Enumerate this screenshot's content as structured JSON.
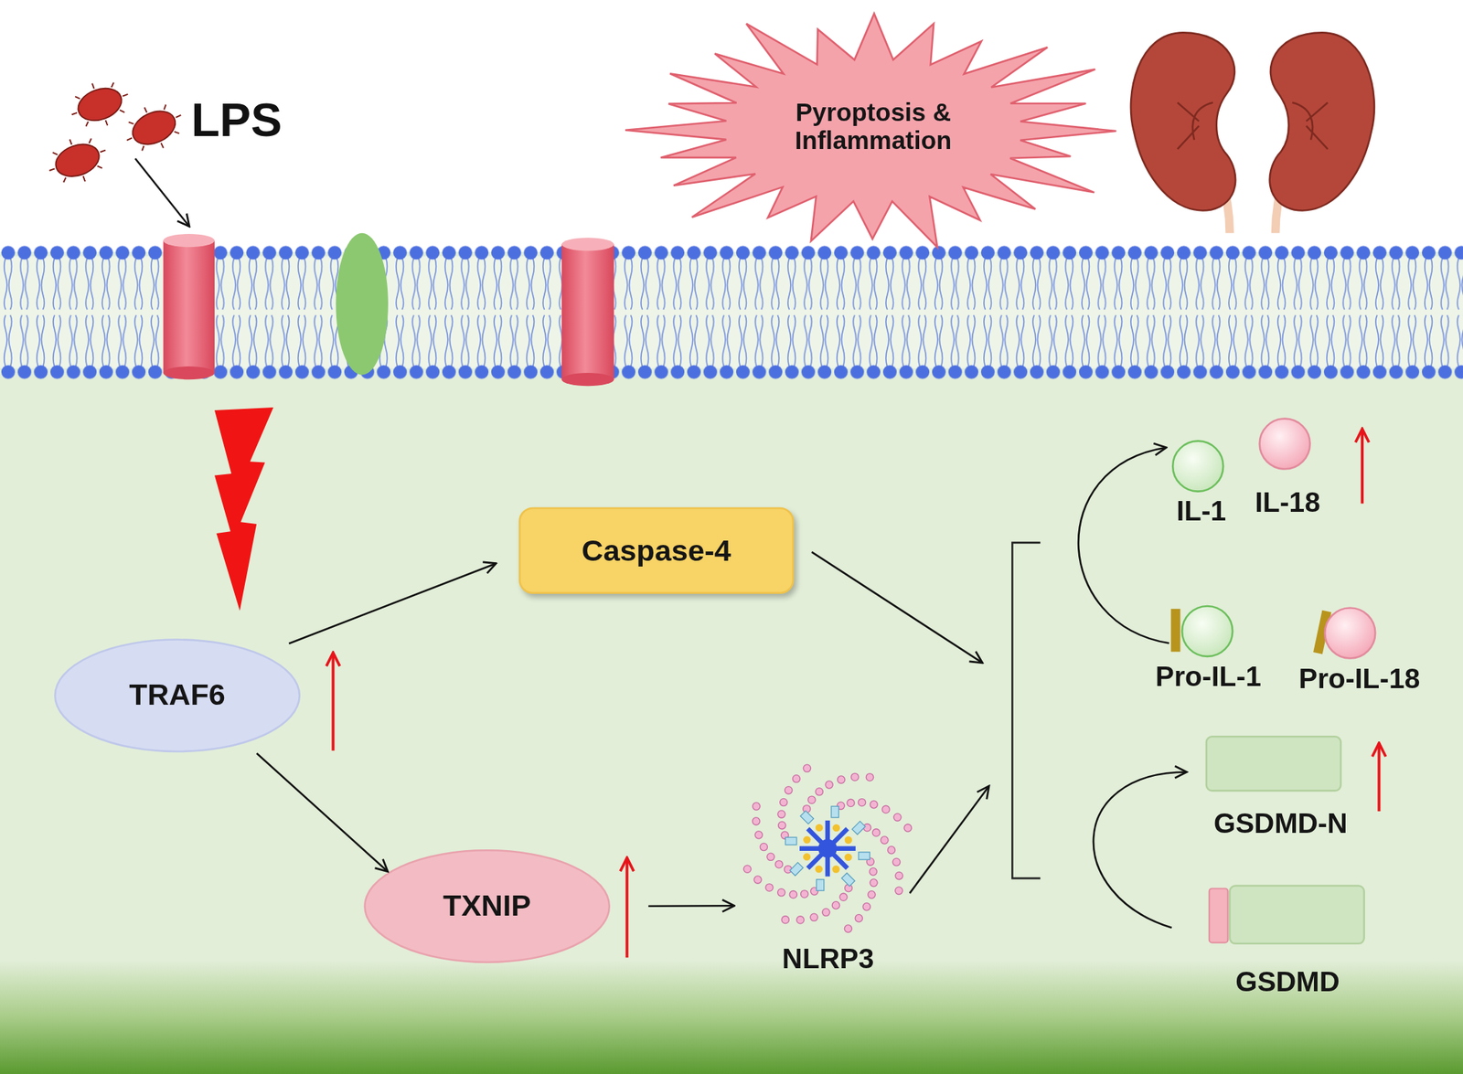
{
  "diagram": {
    "nodes": [
      {
        "text": [
          "Pyroptosis & Inflammation"
        ]
      },
      {
        "text": [
          "TRAF6"
        ]
      },
      {
        "text": [
          "Caspase-4"
        ]
      },
      {
        "text": [
          "TXNIP"
        ]
      },
      {
        "text": [
          "NLRP3"
        ]
      },
      {
        "text": [
          "IL-1"
        ]
      },
      {
        "text": [
          "IL-18"
        ]
      },
      {
        "text": [
          "Pro-IL-1"
        ]
      },
      {
        "text": [
          "Pro-IL-18"
        ]
      },
      {
        "text": [
          "GSDMD-N"
        ]
      },
      {
        "text": [
          "GSDMD"
        ]
      }
    ],
    "edges": [
      {
        "from": 1,
        "to": 2,
        "arrow": "to"
      },
      {
        "from": 1,
        "to": 3,
        "arrow": "to"
      },
      {
        "from": 3,
        "to": 4,
        "arrow": "to"
      },
      {
        "from": 7,
        "to": 5,
        "arrow": "to"
      },
      {
        "from": 10,
        "to": 9,
        "arrow": "to"
      }
    ],
    "labels": [
      "LPS"
    ]
  }
}
